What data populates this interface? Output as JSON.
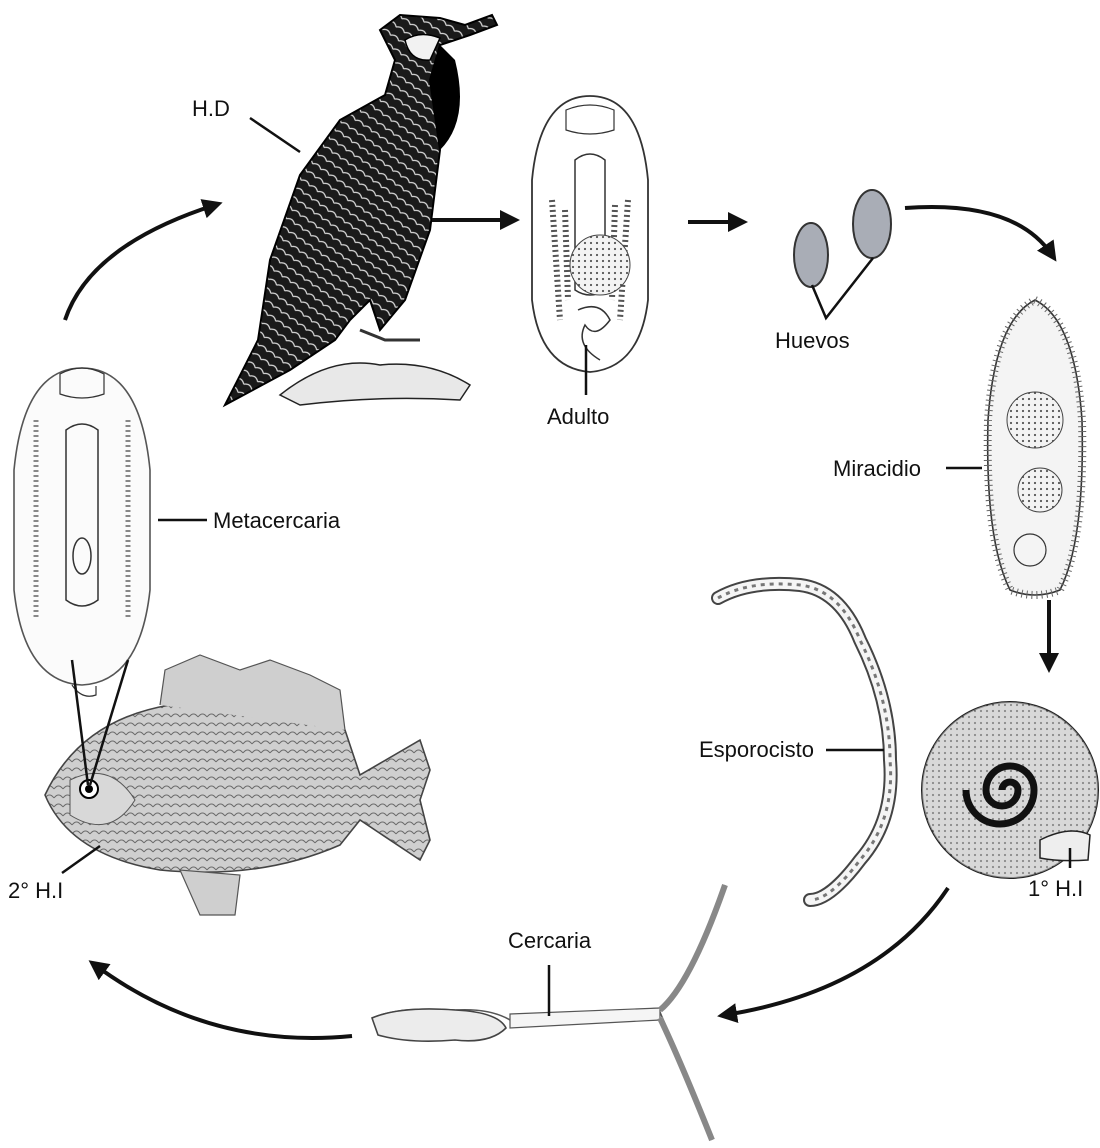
{
  "labels": {
    "definitive_host": "H.D",
    "adult": "Adulto",
    "eggs": "Huevos",
    "miracidium": "Miracidio",
    "sporocyst": "Esporocisto",
    "first_intermediate_host": "1° H.I",
    "cercaria": "Cercaria",
    "second_intermediate_host": "2° H.I",
    "metacercaria": "Metacercaria"
  },
  "colors": {
    "ink": "#111111",
    "egg_fill": "#a9adb6",
    "background": "#ffffff"
  }
}
